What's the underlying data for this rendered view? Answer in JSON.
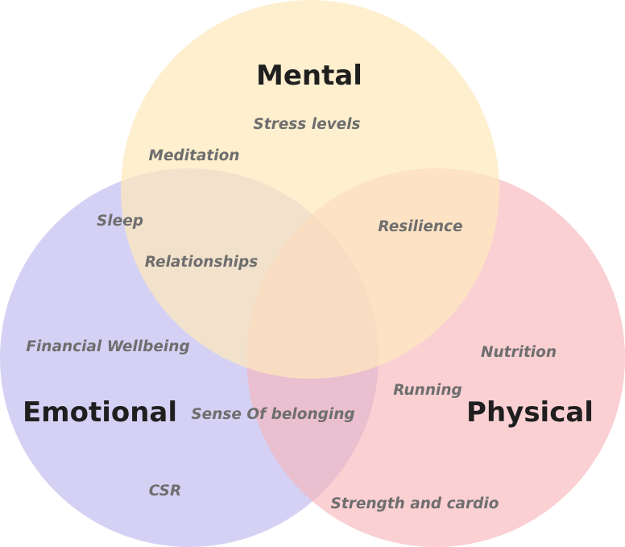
{
  "colors": {
    "mental": "#fde9bd",
    "emotional": "#bbb4ed",
    "physical": "#f7b3b8",
    "title_text": "#1f1f1f",
    "item_text": "#6e6e6e"
  },
  "circles": {
    "mental": {
      "title": "Mental"
    },
    "emotional": {
      "title": "Emotional"
    },
    "physical": {
      "title": "Physical"
    }
  },
  "items": {
    "stress_levels": "Stress levels",
    "meditation": "Meditation",
    "sleep": "Sleep",
    "resilience": "Resilience",
    "relationships": "Relationships",
    "financial_wellbeing": "Financial Wellbeing",
    "nutrition": "Nutrition",
    "running": "Running",
    "sense_of_belonging": "Sense Of belonging",
    "csr": "CSR",
    "strength_and_cardio": "Strength and cardio"
  }
}
